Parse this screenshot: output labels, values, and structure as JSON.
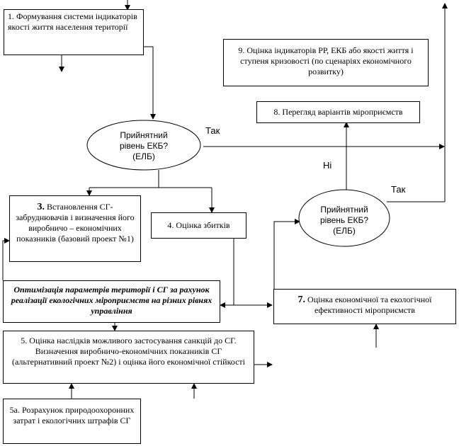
{
  "boxes": {
    "b1": "1. Формування системи індикаторів якості життя населення території",
    "b9": "9. Оцінка індикаторів РР, ЕКБ або якості життя і ступеня кризовості (по сценаріях економічного розвитку)",
    "b8": "8. Перегляд варіантів міроприємств",
    "b3_num": "3.",
    "b3_text": " Встановлення СГ-забруднювачів і визначення його виробничо – економічних показників (базовий проект №1)",
    "b4": "4. Оцінка збитків",
    "b_opt": "Оптимізація параметрів території і СГ за рахунок реалізації екологічних міроприємств на різних рівнях управління",
    "b7_num": "7.",
    "b7_text": " Оцінка економічної та екологічної ефективності міроприємств",
    "b5": "5. Оцінка наслідків можливого застосування санкцій до СГ. Визначення виробничо-економічних показників СГ (альтернативний проект №2) і оцінка його економічної стійкості",
    "b5a": "5а. Розрахунок природоохоронних затрат і екологічних штрафів СГ"
  },
  "decisions": {
    "d1": {
      "line1": "Прийнятний",
      "line2": "рівень ЕКБ?",
      "line3": "(ЕЛБ)"
    },
    "d2": {
      "line1": "Прийнятний",
      "line2": "рівень ЕКБ?",
      "line3": "(ЕЛБ)"
    }
  },
  "labels": {
    "yes1": "Так",
    "yes2": "Так",
    "no": "Ні"
  }
}
